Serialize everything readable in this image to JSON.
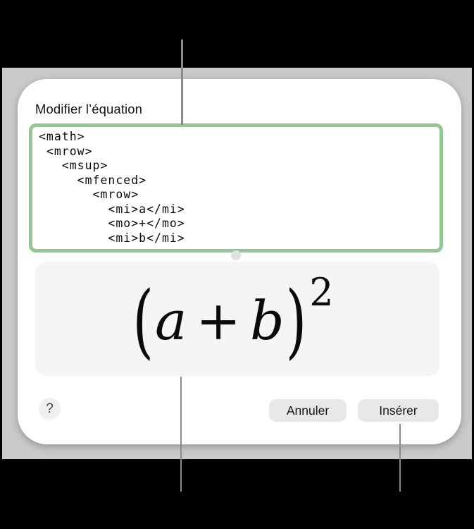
{
  "window": {
    "title": "Modifier l’équation"
  },
  "editor": {
    "language": "MathML",
    "code": "<math>\n <mrow>\n   <msup>\n     <mfenced>\n       <mrow>\n         <mi>a</mi>\n         <mo>+</mo>\n         <mi>b</mi>"
  },
  "preview": {
    "equation": {
      "open_paren": "(",
      "term_a": "a",
      "operator": "+",
      "term_b": "b",
      "close_paren": ")",
      "exponent": "2"
    }
  },
  "buttons": {
    "help": "?",
    "cancel": "Annuler",
    "insert": "Insérer"
  },
  "colors": {
    "accent_green_border": "#92c892",
    "backdrop_gray": "#c9c9c9",
    "preview_background": "#f5f5f6",
    "button_background": "#e8e8e9",
    "callout_line": "#8a8a8a"
  }
}
